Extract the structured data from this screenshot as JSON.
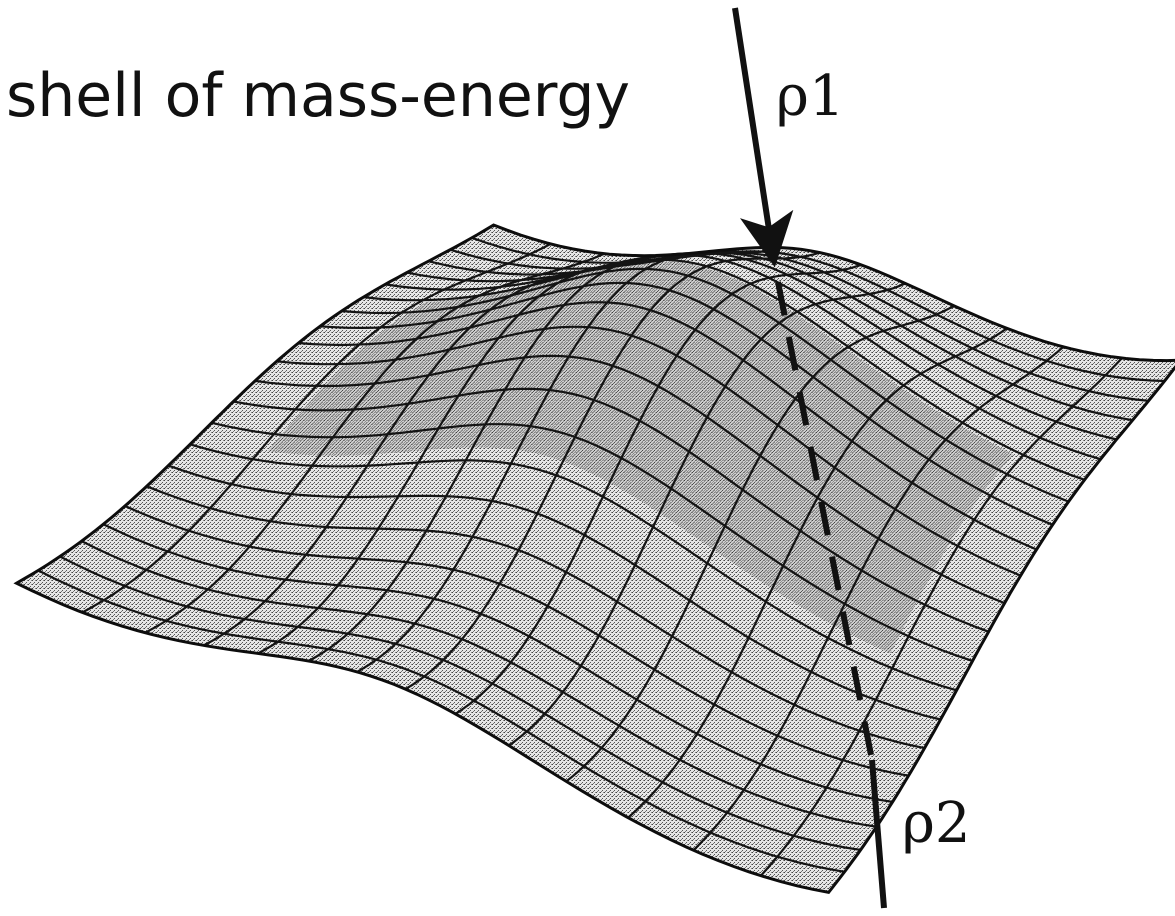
{
  "diagram": {
    "title": "shell of mass-energy",
    "labels": {
      "rho_in": "ρ1",
      "rho_out": "ρ2"
    },
    "colors": {
      "ink": "#111111",
      "surface_light": "#d4d4d4",
      "surface_dark": "#9a9a9a",
      "background": "#ffffff"
    },
    "elements": {
      "surface": "curved-shell-surface",
      "ray": "arrow-through-shell"
    }
  }
}
